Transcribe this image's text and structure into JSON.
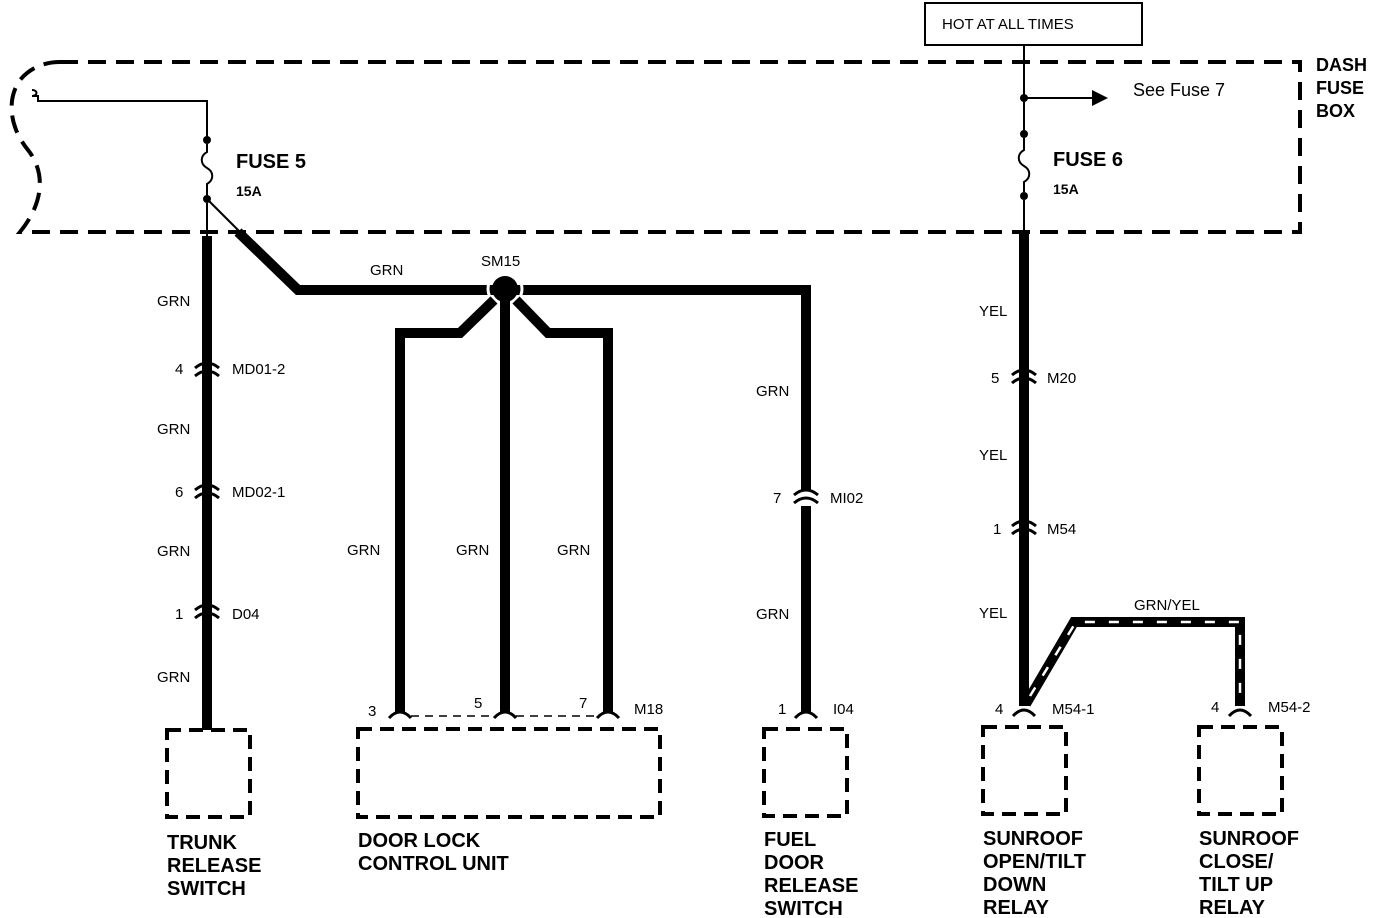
{
  "header": {
    "hot_label": "HOT AT ALL TIMES"
  },
  "fuse_box": {
    "name_lines": [
      "DASH",
      "FUSE",
      "BOX"
    ],
    "see_fuse": "See Fuse 7"
  },
  "fuses": {
    "fuse5": {
      "name": "FUSE 5",
      "rating": "15A"
    },
    "fuse6": {
      "name": "FUSE 6",
      "rating": "15A"
    }
  },
  "splice": {
    "name": "SM15"
  },
  "wire_colors": {
    "grn": "GRN",
    "yel": "YEL",
    "grn_yel": "GRN/YEL"
  },
  "connectors": {
    "md01": {
      "pin": "4",
      "name": "MD01-2"
    },
    "md02": {
      "pin": "6",
      "name": "MD02-1"
    },
    "d04": {
      "pin": "1",
      "name": "D04"
    },
    "m18": {
      "pins": [
        "3",
        "5",
        "7"
      ],
      "name": "M18"
    },
    "mi02": {
      "pin": "7",
      "name": "MI02"
    },
    "i04": {
      "pin": "1",
      "name": "I04"
    },
    "m20": {
      "pin": "5",
      "name": "M20"
    },
    "m54": {
      "pin": "1",
      "name": "M54"
    },
    "m54_1": {
      "pin": "4",
      "name": "M54-1"
    },
    "m54_2": {
      "pin": "4",
      "name": "M54-2"
    }
  },
  "components": {
    "trunk": [
      "TRUNK",
      "RELEASE",
      "SWITCH"
    ],
    "door_lock": [
      "DOOR LOCK",
      "CONTROL UNIT"
    ],
    "fuel_door": [
      "FUEL",
      "DOOR",
      "RELEASE",
      "SWITCH"
    ],
    "sunroof_open": [
      "SUNROOF",
      "OPEN/TILT",
      "DOWN",
      "RELAY"
    ],
    "sunroof_close": [
      "SUNROOF",
      "CLOSE/",
      "TILT UP",
      "RELAY"
    ]
  },
  "colors": {
    "ink": "#000000",
    "paper": "#ffffff"
  }
}
